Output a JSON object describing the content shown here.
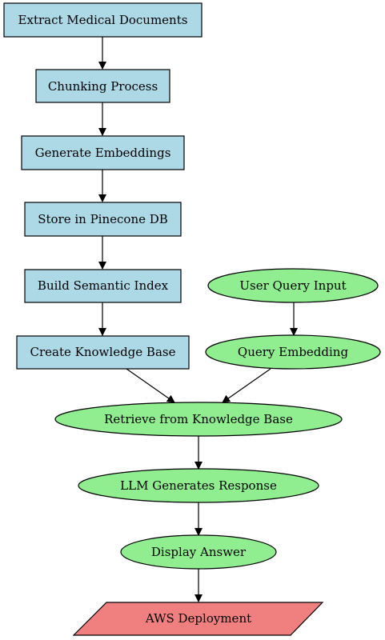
{
  "colors": {
    "box": "#add8e6",
    "ellipse": "#90ee90",
    "deploy": "#f08080",
    "stroke": "#000000"
  },
  "nodes": {
    "extract": "Extract Medical Documents",
    "chunking": "Chunking Process",
    "embeddings": "Generate Embeddings",
    "pinecone": "Store in Pinecone DB",
    "index": "Build Semantic Index",
    "kb": "Create Knowledge Base",
    "query_input": "User Query Input",
    "query_embed": "Query Embedding",
    "retrieve": "Retrieve from Knowledge Base",
    "llm": "LLM Generates Response",
    "display": "Display Answer",
    "aws": "AWS Deployment"
  }
}
